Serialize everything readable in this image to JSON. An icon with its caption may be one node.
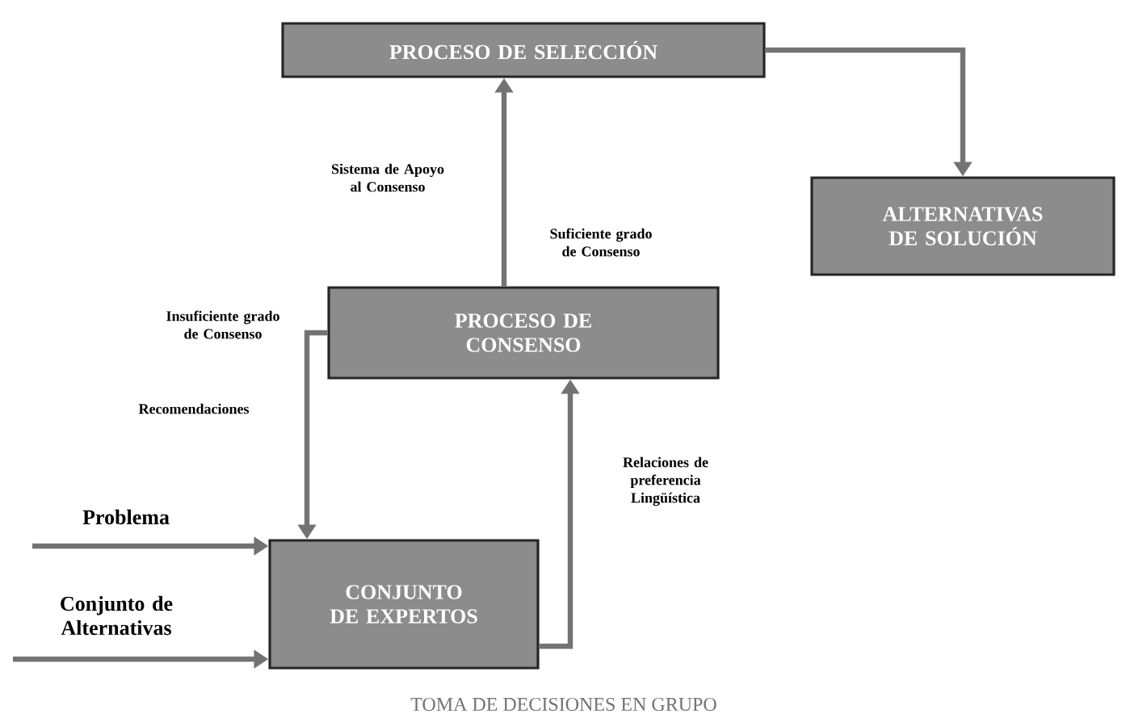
{
  "diagram": {
    "caption": "TOMA DE DECISIONES EN GRUPO",
    "nodes": [
      {
        "text": [
          "PROCESO DE SELECCIÓN"
        ]
      },
      {
        "text": [
          "ALTERNATIVAS DE SOLUCIÓN"
        ]
      },
      {
        "text": [
          "PROCESO DE CONSENSO"
        ]
      },
      {
        "text": [
          "CONJUNTO DE EXPERTOS"
        ]
      }
    ],
    "edges": [
      {
        "from": 0,
        "to": 1,
        "arrow": "to"
      },
      {
        "from": 2,
        "to": 0,
        "arrow": "to",
        "label": "Suficiente grado de Consenso"
      },
      {
        "from": 2,
        "to": 3,
        "arrow": "to",
        "label": "Recomendaciones"
      },
      {
        "from": 3,
        "to": 2,
        "arrow": "to",
        "label": "Relaciones de preferencia Lingüística"
      },
      {
        "from": null,
        "to": 3,
        "arrow": "to",
        "label": "Problema"
      },
      {
        "from": null,
        "to": 3,
        "arrow": "to",
        "label": "Conjunto de Alternativas"
      }
    ],
    "labels": [
      "Sistema de Apoyo al Consenso",
      "Insuficiente grado de Consenso"
    ]
  }
}
